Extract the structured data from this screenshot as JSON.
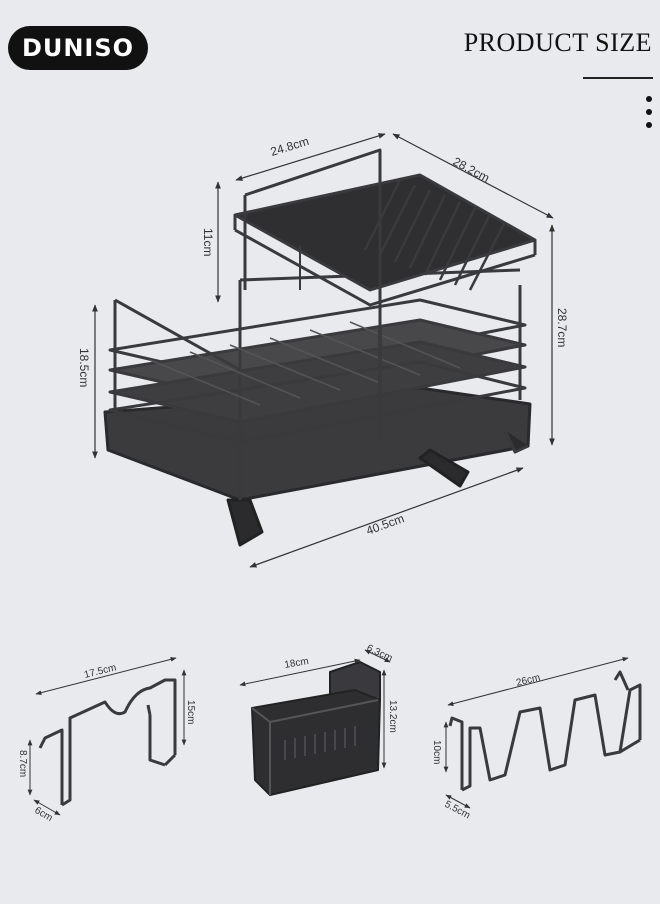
{
  "brand": {
    "logo_text": "DUNISO"
  },
  "header": {
    "title": "PRODUCT SIZE"
  },
  "main_rack": {
    "top_width": "24.8cm",
    "top_depth": "28.2cm",
    "top_height": "11cm",
    "total_height": "28.7cm",
    "lower_height": "18.5cm",
    "base_length": "40.5cm"
  },
  "accessories": {
    "holder_small": {
      "width": "17.5cm",
      "height": "15cm",
      "hook_height": "8.7cm",
      "hook_depth": "6cm"
    },
    "utensil_caddy": {
      "length": "18cm",
      "depth": "6.3cm",
      "height": "13.2cm"
    },
    "holder_large": {
      "width": "26cm",
      "height": "10cm",
      "hook_depth": "5.5cm"
    }
  },
  "colors": {
    "background": "#e8eaed",
    "rack": "#3a3a3c",
    "logo_bg": "#111111"
  }
}
